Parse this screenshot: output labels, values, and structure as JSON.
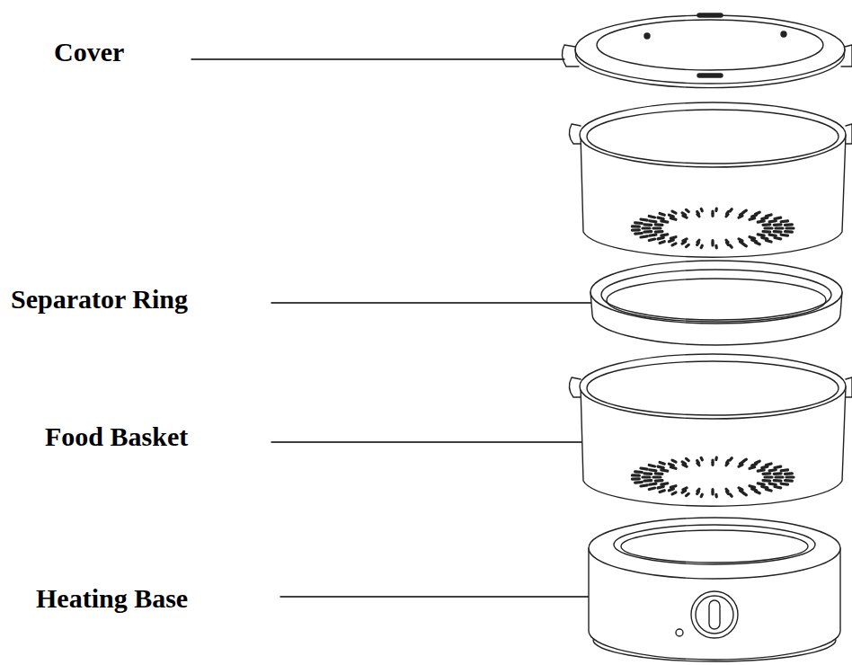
{
  "diagram": {
    "labels": [
      "Cover",
      "Separator Ring",
      "Food Basket",
      "Heating Base"
    ]
  }
}
